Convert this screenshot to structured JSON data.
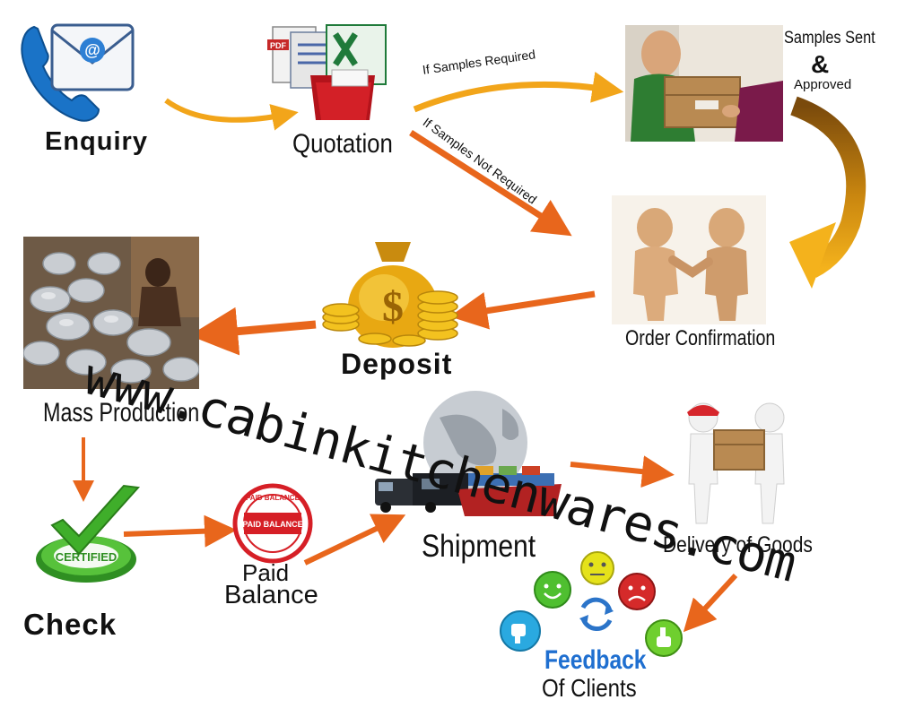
{
  "steps": {
    "enquiry": "Enquiry",
    "quotation": "Quotation",
    "samples_sent": "Samples Sent",
    "ampersand": "&",
    "approved": "Approved",
    "order_confirmation": "Order  Confirmation",
    "deposit": "Deposit",
    "mass_production": "Mass Production",
    "check": "Check",
    "paid_balance_1": "Paid",
    "paid_balance_2": "Balance",
    "shipment": "Shipment",
    "delivery": "Delivery of Goods",
    "feedback_1": "Feedback",
    "feedback_2": "Of Clients"
  },
  "branches": {
    "samples_required": "If Samples Required",
    "samples_not_required": "If Samples Not Required"
  },
  "icons": {
    "pdf_badge": "PDF",
    "certified": "CERTIFIED",
    "stamp_top": "PAID BALANCE",
    "stamp_center": "PAID BALANCE",
    "mail_symbol": "@",
    "dollar": "$"
  },
  "watermark": "www.cabinkitchenwares.com",
  "colors": {
    "arrow_orange": "#e8661c",
    "arrow_yellow": "#f2a51a",
    "arrow_brown": "#8a5a12",
    "feedback_blue": "#1f6fd0",
    "check_green": "#3fae2a",
    "stamp_red": "#d61f26"
  }
}
